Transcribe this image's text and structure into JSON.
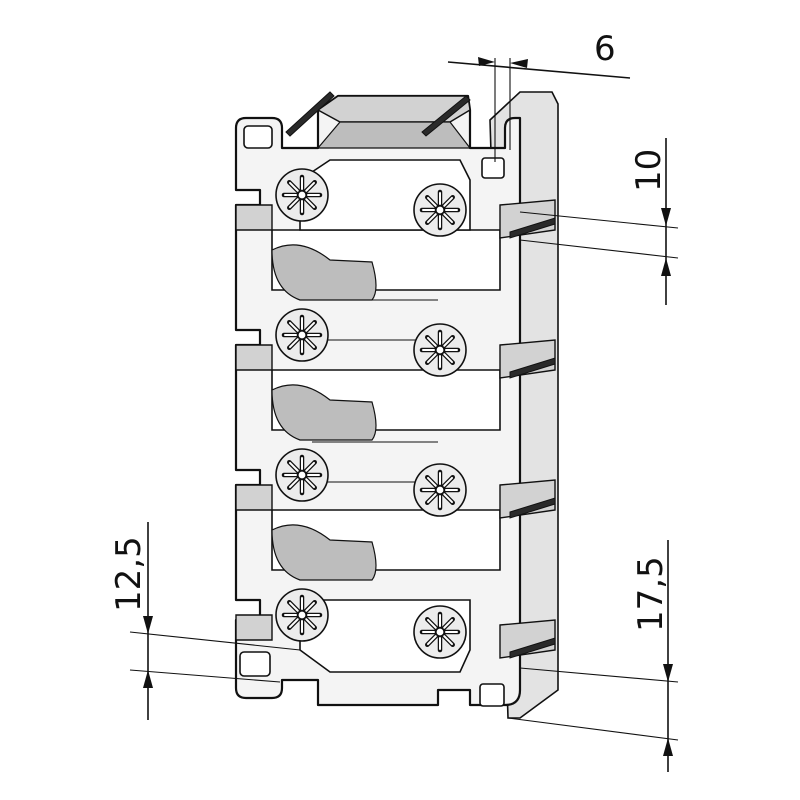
{
  "drawing": {
    "dimensions": {
      "top_width": "6",
      "right_upper": "10",
      "left_lower": "12,5",
      "right_lower": "17,5"
    }
  }
}
